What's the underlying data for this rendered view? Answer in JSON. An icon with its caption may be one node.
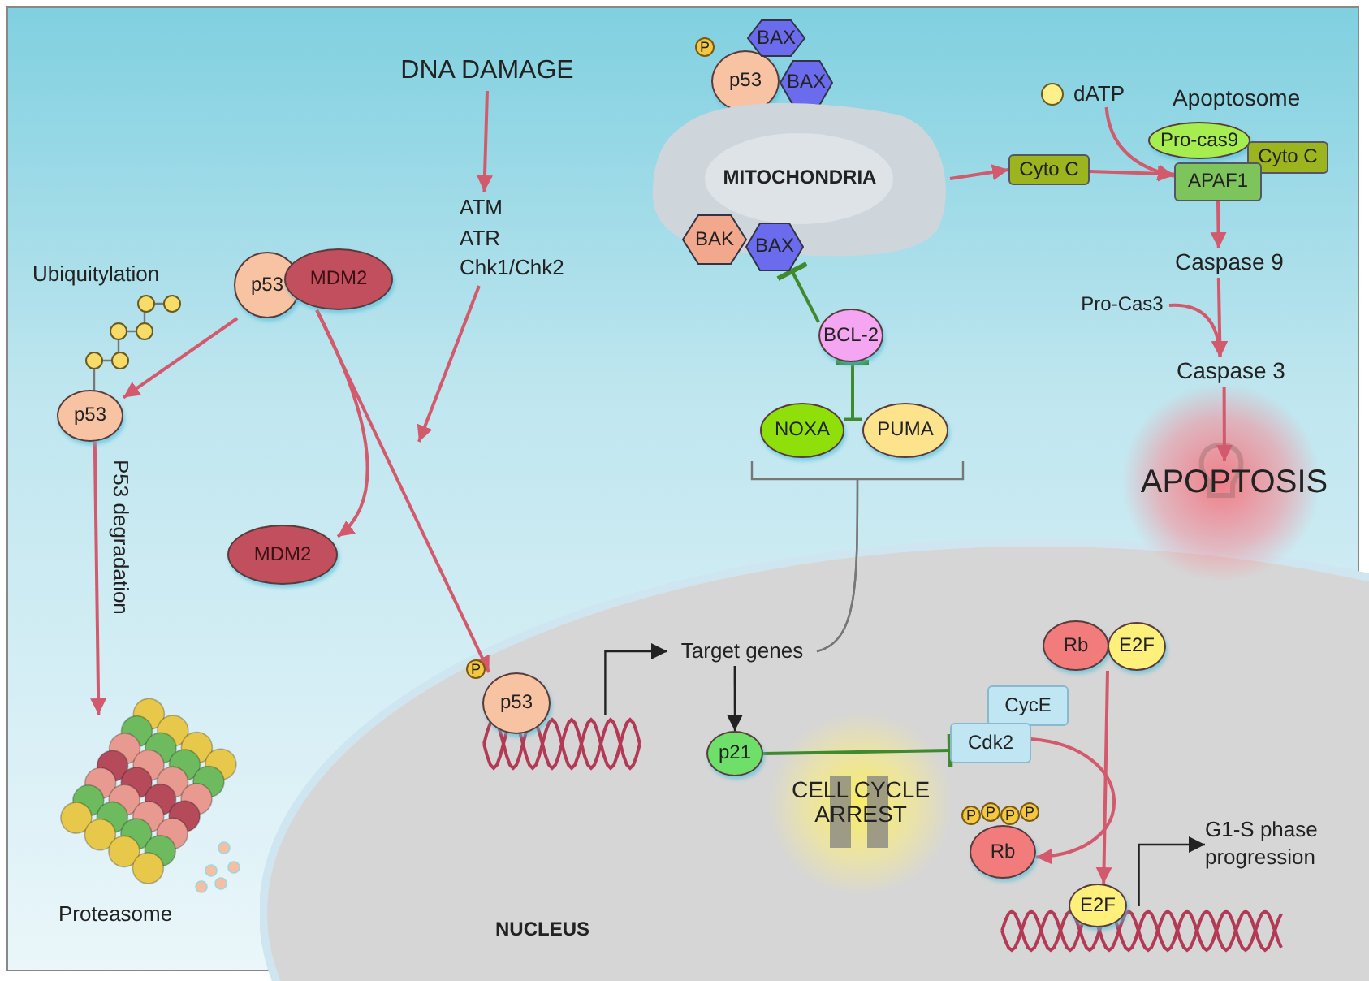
{
  "diagram": {
    "nodes": [
      {
        "text": [
          "DNA DAMAGE"
        ]
      },
      {
        "text": [
          "ATM",
          "ATR",
          "Chk1/Chk2"
        ]
      },
      {
        "text": [
          "p53"
        ]
      },
      {
        "text": [
          "MDM2"
        ]
      },
      {
        "text": [
          "p53"
        ]
      },
      {
        "text": [
          "Proteasome"
        ]
      },
      {
        "text": [
          "MDM2"
        ]
      },
      {
        "text": [
          "p53"
        ],
        "beside": [
          "P"
        ]
      },
      {
        "text": [
          "BAX"
        ]
      },
      {
        "text": [
          "BAX"
        ]
      },
      {
        "text": [
          "MITOCHONDRIA"
        ]
      },
      {
        "text": [
          "BAK"
        ]
      },
      {
        "text": [
          "BAX"
        ]
      },
      {
        "text": [
          "BCL-2"
        ]
      },
      {
        "text": [
          "NOXA"
        ]
      },
      {
        "text": [
          "PUMA"
        ]
      },
      {
        "text": [
          "Cyto C"
        ]
      },
      {
        "text": [
          "dATP"
        ]
      },
      {
        "text": [
          "Pro-cas9"
        ]
      },
      {
        "text": [
          "Cyto C"
        ]
      },
      {
        "text": [
          "APAF1"
        ]
      },
      {
        "text": [
          "Caspase 9"
        ]
      },
      {
        "text": [
          "Pro-Cas3"
        ]
      },
      {
        "text": [
          "Caspase 3"
        ]
      },
      {
        "text": [
          "APOPTOSIS"
        ]
      },
      {
        "text": [
          "NUCLEUS"
        ]
      },
      {
        "text": [
          "p53"
        ],
        "beside": [
          "P"
        ],
        "in": 25
      },
      {
        "text": [],
        "shape": "picture",
        "in": 25
      },
      {
        "text": [
          "Target genes"
        ],
        "in": 25
      },
      {
        "text": [
          "p21"
        ],
        "in": 25
      },
      {
        "text": [
          "CycE"
        ],
        "in": 25
      },
      {
        "text": [
          "Cdk2"
        ],
        "in": 25
      },
      {
        "text": [
          "Rb"
        ],
        "in": 25
      },
      {
        "text": [
          "E2F"
        ],
        "in": 25
      },
      {
        "text": [
          "Rb"
        ],
        "beside": [
          "P",
          "P",
          "P",
          "P"
        ],
        "in": 25
      },
      {
        "text": [
          "E2F"
        ],
        "in": 25
      },
      {
        "text": [],
        "shape": "picture",
        "in": 25
      },
      {
        "text": [
          "G1-S phase progression"
        ],
        "in": 25
      }
    ],
    "edges": [
      {
        "from": 0,
        "to": 1,
        "arrow": "to"
      },
      {
        "from": 1,
        "to": null,
        "arrow": "to"
      },
      {
        "from": 2,
        "to": 4,
        "arrow": "to"
      },
      {
        "from": 4,
        "to": 5,
        "arrow": "to",
        "label": "P53 degradation"
      },
      {
        "from": 3,
        "to": 6,
        "arrow": "to"
      },
      {
        "from": 3,
        "to": 26,
        "arrow": "to"
      },
      {
        "from": 10,
        "to": 16,
        "arrow": "to"
      },
      {
        "from": 16,
        "to": 20,
        "arrow": "to"
      },
      {
        "from": 17,
        "to": 20,
        "arrow": "to"
      },
      {
        "from": 20,
        "to": 21,
        "arrow": "to"
      },
      {
        "from": 21,
        "to": 23,
        "arrow": "to"
      },
      {
        "from": 22,
        "to": 23,
        "arrow": "to"
      },
      {
        "from": 23,
        "to": 24,
        "arrow": "to"
      },
      {
        "from": 13,
        "to": 12,
        "arrow": "other",
        "color": "#3f8a2e"
      },
      {
        "from": 14,
        "to": 13,
        "arrow": "other",
        "color": "#3f8a2e"
      },
      {
        "from": 15,
        "to": 13,
        "arrow": "other",
        "color": "#3f8a2e"
      },
      {
        "from": 27,
        "to": 28,
        "arrow": "to",
        "color": "#222222"
      },
      {
        "from": 28,
        "to": 29,
        "arrow": "to",
        "color": "#222222"
      },
      {
        "from": 28,
        "to": 14,
        "arrow": "none",
        "color": "#777777"
      },
      {
        "from": 28,
        "to": 15,
        "arrow": "none",
        "color": "#777777"
      },
      {
        "from": 29,
        "to": 31,
        "arrow": "other",
        "color": "#3f8a2e"
      },
      {
        "from": 31,
        "to": 34,
        "arrow": "to"
      },
      {
        "from": 33,
        "to": 35,
        "arrow": "to"
      },
      {
        "from": 36,
        "to": 37,
        "arrow": "to",
        "color": "#222222"
      }
    ],
    "labels": [
      "Ubiquitylation",
      "Apoptosome",
      "CELL CYCLE ARREST"
    ]
  }
}
